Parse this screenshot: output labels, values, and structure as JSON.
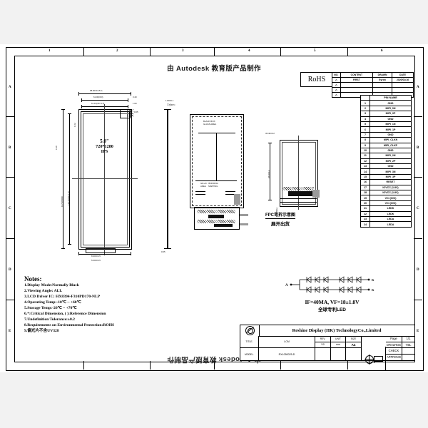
{
  "sheet": {
    "watermark_top": "由 Autodesk 教育版产品制作",
    "watermark_bottom": "由 Autodesk 教育版产品制作",
    "zone_letters": [
      "A",
      "B",
      "C",
      "D",
      "E"
    ],
    "zone_numbers": [
      "1",
      "2",
      "3",
      "4",
      "5",
      "6"
    ]
  },
  "rohs": {
    "label": "RoHS"
  },
  "revision": {
    "headers": [
      "NO.",
      "CONTENT",
      "DRAWN",
      "DATE"
    ],
    "rows": [
      {
        "no": "1",
        "content": "FIRST",
        "drawn": "Eyron",
        "date": "2020/01/16"
      },
      {
        "no": "2",
        "content": "",
        "drawn": "",
        "date": ""
      },
      {
        "no": "3",
        "content": "",
        "drawn": "",
        "date": ""
      },
      {
        "no": "4",
        "content": "",
        "drawn": "",
        "date": ""
      }
    ]
  },
  "pin_table": {
    "header": "PIN NAME",
    "pins": [
      {
        "no": "1",
        "name": "GND"
      },
      {
        "no": "2",
        "name": "MIPI_0N"
      },
      {
        "no": "3",
        "name": "MIPI_0P"
      },
      {
        "no": "4",
        "name": "GND"
      },
      {
        "no": "5",
        "name": "MIPI_1N"
      },
      {
        "no": "6",
        "name": "MIPI_1P"
      },
      {
        "no": "7",
        "name": "GND"
      },
      {
        "no": "8",
        "name": "MIPI_CLKN"
      },
      {
        "no": "9",
        "name": "MIPI_CLKP"
      },
      {
        "no": "10",
        "name": "GND"
      },
      {
        "no": "11",
        "name": "MIPI_2N"
      },
      {
        "no": "12",
        "name": "MIPI_2P"
      },
      {
        "no": "13",
        "name": "GND"
      },
      {
        "no": "14",
        "name": "MIPI_3N"
      },
      {
        "no": "15",
        "name": "MIPI_3P"
      },
      {
        "no": "16",
        "name": "RESET"
      },
      {
        "no": "17",
        "name": "IOVCC (1.8V)"
      },
      {
        "no": "18",
        "name": "IOVCC (1.8V)"
      },
      {
        "no": "19",
        "name": "VCI (3V3)"
      },
      {
        "no": "20",
        "name": "VCI (3V3)"
      },
      {
        "no": "21",
        "name": "LEDK"
      },
      {
        "no": "22",
        "name": "LEDK"
      },
      {
        "no": "23",
        "name": "LEDA"
      },
      {
        "no": "24",
        "name": "LEDA"
      }
    ]
  },
  "panel_spec": {
    "size": "5.0\"",
    "resolution": "720*1280",
    "technology": "IPS"
  },
  "dimensions": {
    "front_top": [
      "68.90±0.15 G.",
      "61.00(OD)",
      "61.19(OD 1.0)"
    ],
    "front_top_right": [
      "3.40",
      "1.60"
    ],
    "front_left": [
      "137.98(OD)",
      "128.60(OD 1.0)",
      "9.18",
      "1.62"
    ],
    "front_bottom": [
      "8.90±0.15",
      "5.00±0.15",
      "0.65"
    ],
    "side_top": [
      "1.80±0.1",
      "不含FPC"
    ],
    "mid_labels": [
      "BLACK BOX:\nGLASS AREA",
      "GD+IC:\nCOG AREA",
      "FPC BONDING\nAREA"
    ],
    "right_view": [
      "36.40±0.2",
      "26.0±0.2",
      "2.80(L)"
    ]
  },
  "fpc_note": {
    "line1": "FPC弯折示意图",
    "line2": "展开出货"
  },
  "led": {
    "spec": "IF=40MA, VF=18±1.8V",
    "chinese": "全球专利LED",
    "anode_label": "A",
    "cathode_labels": [
      "K",
      "K"
    ]
  },
  "notes": {
    "title": "Notes:",
    "items": [
      "1.Display Mode:Normally Black",
      "2.Viewing Angle: ALL",
      "3.LCD Driver IC: HX8394-F310PD170-NLP",
      "4.Operating Temp:-10℃ ~ +60℃",
      "5.Storage Temp:-20℃ ~ +70℃",
      "6.*:Critical Dimension, ( ):Reference Dimension",
      "7.Undefinition Tolerance:±0.2",
      "8.Requirements on Environmental Protection:ROHS",
      "9.偏光片不含UV328"
    ]
  },
  "title_block": {
    "company": "Reshine Display (HK) TechnologyCo.,Limited",
    "title_label": "TITLE.",
    "title_value": "LCM",
    "model_label": "MODEL.",
    "model_value": "RXL050025-D",
    "rev_label": "REV.",
    "rev_value": "V0",
    "unit_label": "UNIT",
    "unit_value": "mm",
    "size_label": "SIZE",
    "size_value": "A4",
    "page_label": "Page",
    "page_value": "1/1",
    "drawing_label": "DRAWING",
    "drawing_value": "YBL",
    "check_label": "CHECK",
    "check_value": "",
    "approve_label": "APPROVE",
    "approve_value": ""
  }
}
